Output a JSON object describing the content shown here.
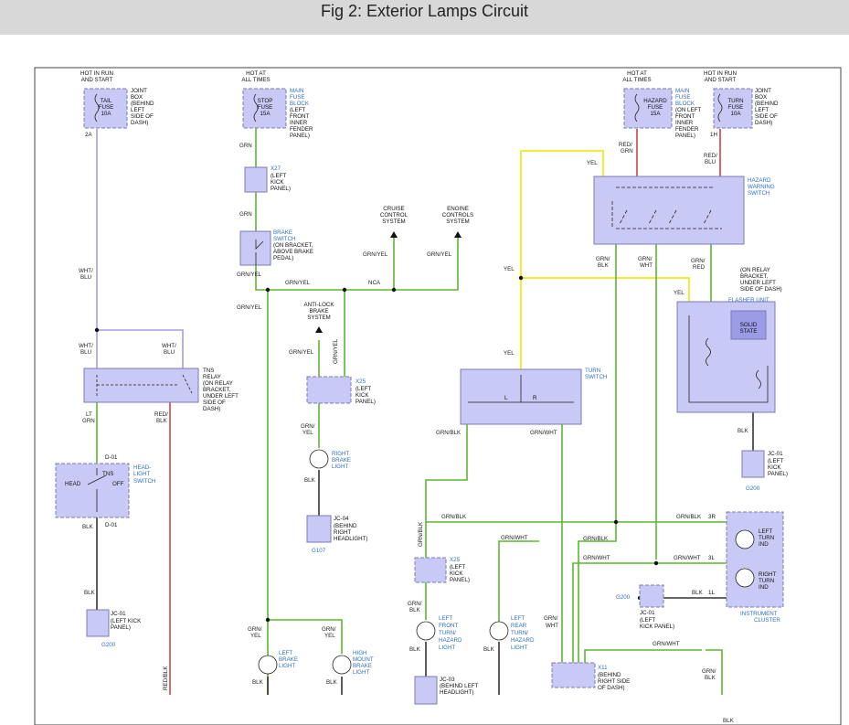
{
  "title": "Fig 2: Exterior Lamps Circuit",
  "colors": {
    "bg": "#ffffff",
    "title_bar": "#d8d8d8",
    "component_fill": "#c9c9f5",
    "component_stroke": "#7b7bb3",
    "label_blue": "#2f6fbf",
    "wire_green": "#5cb82e",
    "wire_yellow": "#f3ec33",
    "wire_violet": "#a79be6",
    "wire_red": "#d24242",
    "wire_black": "#333333"
  },
  "labels": {
    "hot_run_start": [
      "HOT IN RUN",
      "AND START"
    ],
    "hot_all_times": [
      "HOT AT",
      "ALL TIMES"
    ],
    "hot_all_times_2": [
      "HOT AT",
      "ALL TIMES"
    ],
    "hot_run_start_2": [
      "HOT IN RUN",
      "AND START"
    ],
    "joint_box": [
      "JOINT",
      "BOX",
      "(BEHIND",
      "LEFT",
      "SIDE OF",
      "DASH)"
    ],
    "joint_box_2": [
      "JOINT",
      "BOX",
      "(BEHIND",
      "LEFT",
      "SIDE OF",
      "DASH)"
    ],
    "main_fuse_block": [
      "MAIN",
      "FUSE",
      "BLOCK",
      "(LEFT",
      "FRONT",
      "INNER",
      "FENDER",
      "PANEL)"
    ],
    "main_fuse_block_2": [
      "MAIN",
      "FUSE",
      "BLOCK",
      "(ON LEFT",
      "FRONT",
      "INNER",
      "FENDER",
      "PANEL)"
    ],
    "tail_fuse": [
      "TAIL",
      "FUSE",
      "10A"
    ],
    "stop_fuse": [
      "STOP",
      "FUSE",
      "15A"
    ],
    "hazard_fuse": [
      "HAZARD",
      "FUSE",
      "15A"
    ],
    "turn_fuse": [
      "TURN",
      "FUSE",
      "10A"
    ],
    "pin_2a": "2A",
    "pin_1h": "1H",
    "x27": "X27",
    "x27_desc": [
      "(LEFT",
      "KICK",
      "PANEL)"
    ],
    "brake_switch": [
      "BRAKE",
      "SWITCH"
    ],
    "brake_switch_desc": [
      "(ON BRACKET,",
      "ABOVE BRAKE",
      "PEDAL)"
    ],
    "cruise": [
      "CRUISE",
      "CONTROL",
      "SYSTEM"
    ],
    "engine": [
      "ENGINE",
      "CONTROLS",
      "SYSTEM"
    ],
    "anti_lock": [
      "ANTI-LOCK",
      "BRAKE",
      "SYSTEM"
    ],
    "nca": "NCA",
    "x25": "X25",
    "x25_desc": [
      "(LEFT",
      "KICK",
      "PANEL)"
    ],
    "x25_2_desc": [
      "(LEFT",
      "KICK",
      "PANEL)"
    ],
    "right_brake_light": [
      "RIGHT",
      "BRAKE",
      "LIGHT"
    ],
    "jc04": "JC-04",
    "jc04_desc": [
      "(BEHIND",
      "RIGHT",
      "HEADLIGHT)"
    ],
    "g107": "G107",
    "tns_relay": [
      "TNS",
      "RELAY",
      "(ON RELAY",
      "BRACKET,",
      "UNDER LEFT",
      "SIDE OF",
      "DASH)"
    ],
    "headlight_switch": [
      "HEAD-",
      "LIGHT",
      "SWITCH"
    ],
    "head": "HEAD",
    "tns": "TNS",
    "off": "OFF",
    "d01_top": "D-01",
    "d01_bot": "D-01",
    "jc01_left": "JC-01",
    "jc01_left_desc": [
      "(LEFT KICK",
      "PANEL)"
    ],
    "g200_left": "G200",
    "left_brake_light": [
      "LEFT",
      "BRAKE",
      "LIGHT"
    ],
    "high_mount": [
      "HIGH",
      "MOUNT",
      "BRAKE",
      "LIGHT"
    ],
    "hazard_switch": [
      "HAZARD",
      "WARNING",
      "SWITCH"
    ],
    "flasher_desc": [
      "(ON RELAY",
      "BRACKET,",
      "UNDER LEFT",
      "SIDE OF DASH)"
    ],
    "flasher_unit": "FLASHER UNIT",
    "solid_state": [
      "SOLID",
      "STATE"
    ],
    "turn_switch": [
      "TURN",
      "SWITCH"
    ],
    "turn_l": "L",
    "turn_r": "R",
    "jc01_right": "JC-01",
    "jc01_right_desc": [
      "(LEFT",
      "KICK",
      "PANEL)"
    ],
    "g200_right": "G200",
    "left_turn_ind": [
      "LEFT",
      "TURN",
      "IND"
    ],
    "right_turn_ind": [
      "RIGHT",
      "TURN",
      "IND"
    ],
    "instrument_cluster": [
      "INSTRUMENT",
      "CLUSTER"
    ],
    "jc01_mid": "JC-01",
    "jc01_mid_desc": [
      "(LEFT",
      "KICK PANEL)"
    ],
    "g200_mid": "G200",
    "left_front_turn": [
      "LEFT",
      "FRONT",
      "TURN/",
      "HAZARD",
      "LIGHT"
    ],
    "left_rear_turn": [
      "LEFT",
      "REAR",
      "TURN/",
      "HAZARD",
      "LIGHT"
    ],
    "jc03": "JC-03",
    "jc03_desc": [
      "(BEHIND LEFT",
      "HEADLIGHT)"
    ],
    "x11": "X11",
    "x11_desc": [
      "(BEHIND",
      "RIGHT SIDE",
      "OF DASH)"
    ],
    "pin_3r": "3R",
    "pin_3l": "3L",
    "pin_1l": "1L"
  },
  "wires": {
    "grn_1": "GRN",
    "grn_2": "GRN",
    "grn_yel_1": "GRN/YEL",
    "grn_yel_2": "GRN/YEL",
    "grn_yel_3": "GRN/YEL",
    "grn_yel_4": "GRN/YEL",
    "grn_yel_5": "GRN/YEL",
    "grn_yel_6": "GRN/YEL",
    "grn_yel_vert": "GRN/YEL",
    "grn_yel_7": [
      "GRN/",
      "YEL"
    ],
    "grn_yel_8": [
      "GRN/",
      "YEL"
    ],
    "grn_yel_9": [
      "GRN/",
      "YEL"
    ],
    "blk_1": "BLK",
    "blk_2": "BLK",
    "blk_3": "BLK",
    "blk_4": "BLK",
    "blk_5": "BLK",
    "blk_6": "BLK",
    "blk_7": "BLK",
    "blk_8": "BLK",
    "blk_9": "BLK",
    "blk_10": "BLK",
    "wht_blu_1": [
      "WHT/",
      "BLU"
    ],
    "wht_blu_2": [
      "WHT/",
      "BLU"
    ],
    "wht_blu_3": [
      "WHT/",
      "BLU"
    ],
    "lt_grn": [
      "LT",
      "GRN"
    ],
    "red_blk_1": [
      "RED/",
      "BLK"
    ],
    "red_blk_vert": "RED/BLK",
    "red_grn": [
      "RED/",
      "GRN"
    ],
    "red_blu": [
      "RED/",
      "BLU"
    ],
    "yel_1": "YEL",
    "yel_2": "YEL",
    "yel_3": "YEL",
    "yel_4": "YEL",
    "grn_blk_1": [
      "GRN/",
      "BLK"
    ],
    "grn_wht_1": [
      "GRN/",
      "WHT"
    ],
    "grn_red": [
      "GRN/",
      "RED"
    ],
    "grn_blk_2": "GRN/BLK",
    "grn_wht_2": "GRN/WHT",
    "grn_blk_3": "GRN/BLK",
    "grn_blk_4": "GRN/BLK",
    "grn_blk_5": "GRN/BLK",
    "grn_blk_vert": "GRN/BLK",
    "grn_wht_3": "GRN/WHT",
    "grn_wht_4": "GRN/WHT",
    "grn_wht_5": "GRN/WHT",
    "grn_wht_6": "GRN/WHT",
    "grn_blk_6": [
      "GRN/",
      "BLK"
    ],
    "grn_wht_7": [
      "GRN/",
      "WHT"
    ],
    "grn_blk_7": [
      "GRN/",
      "BLK"
    ]
  }
}
